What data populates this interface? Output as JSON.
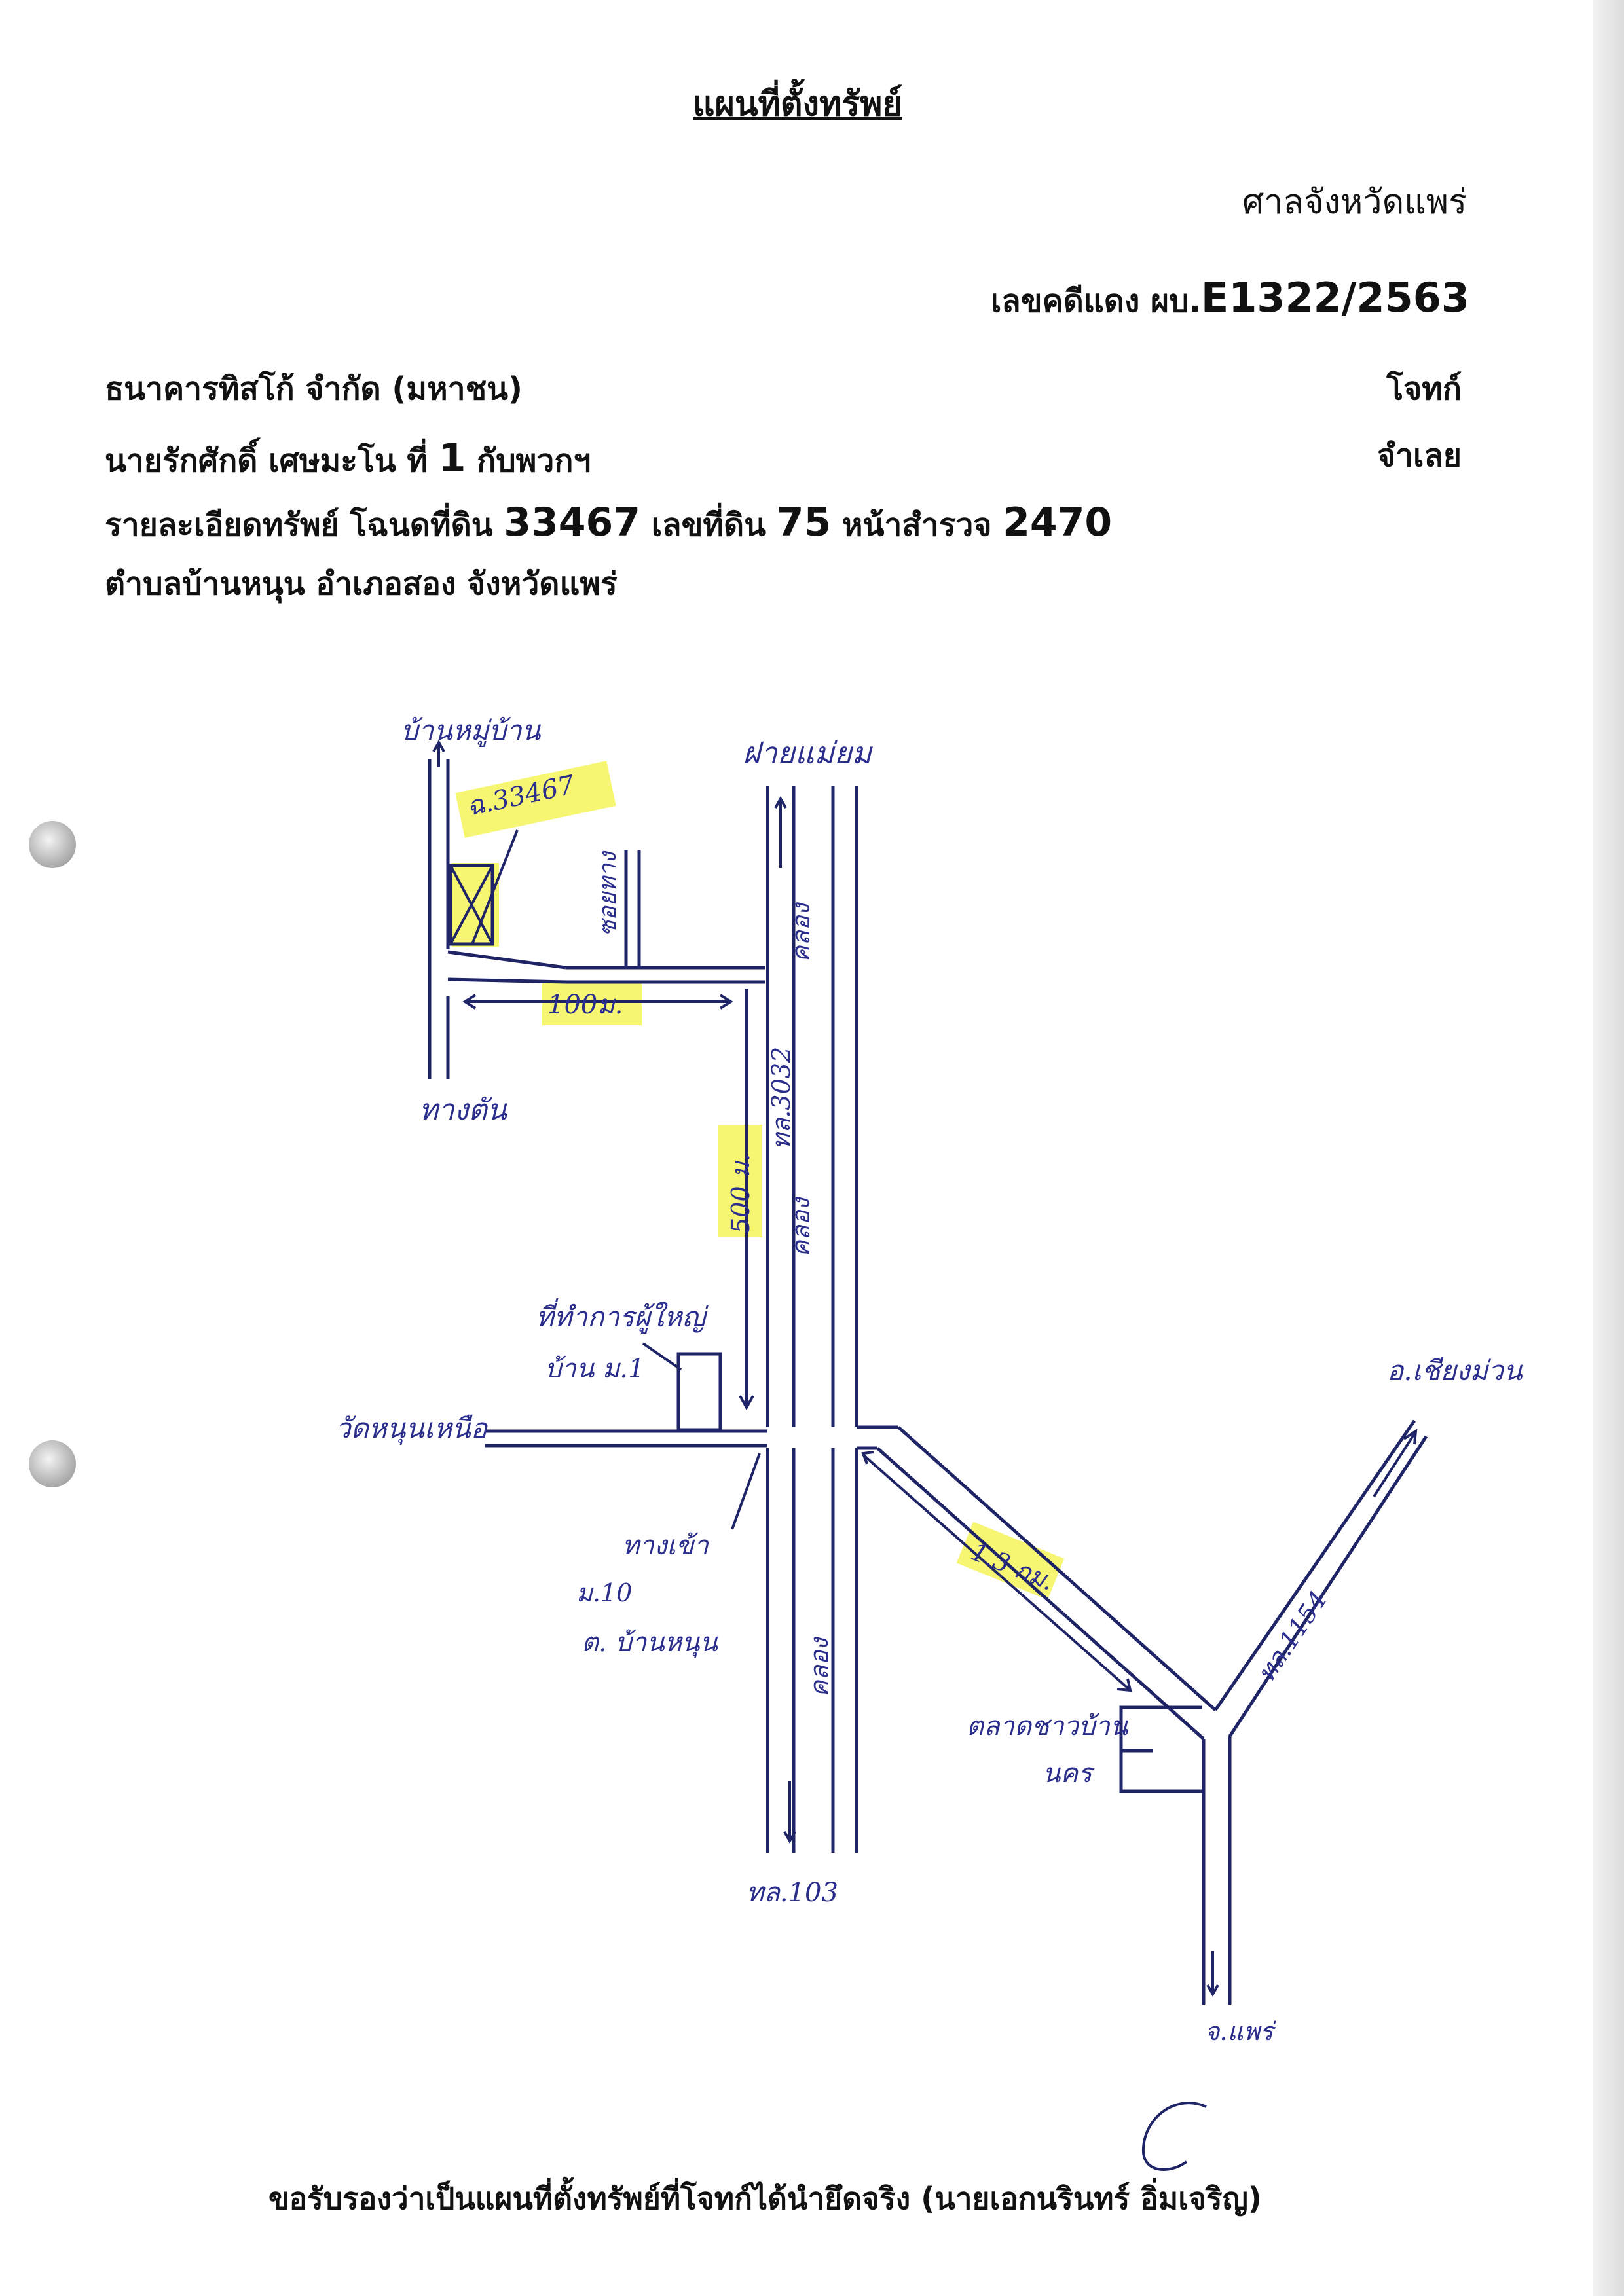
{
  "header": {
    "title": "แผนที่ตั้งทรัพย์",
    "court": "ศาลจังหวัดแพร่",
    "case_prefix": "เลขคดีแดง ผบ.",
    "case_number": "E1322/2563"
  },
  "parties": {
    "plaintiff_name": "ธนาคารทิสโก้  จำกัด   (มหาชน)",
    "plaintiff_role": "โจทก์",
    "defendant_name_pre": "นายรักศักดิ์  เศษมะโน  ที่ ",
    "defendant_no": "1",
    "defendant_name_post": " กับพวกฯ",
    "defendant_role": "จำเลย"
  },
  "property": {
    "label": "รายละเอียดทรัพย์ โฉนดที่ดิน ",
    "deed_no": "33467",
    "land_no_label": "  เลขที่ดิน ",
    "land_no": "75",
    "survey_label": " หน้าสำรวจ ",
    "survey_no": "2470",
    "location": "ตำบลบ้านหนุน  อำเภอสอง  จังหวัดแพร่"
  },
  "map_labels": {
    "village_top": "บ้านหมู่บ้าน",
    "deed_tag": "ฉ.33467",
    "alley": "ซอยทาง",
    "fai_mae_yom": "ฝายแม่ยม",
    "canal_upper": "คลอง",
    "dist_100m": "100ม.",
    "dead_end": "ทางตัน",
    "road_3032": "ทล.3032",
    "dist_500m": "500 ม.",
    "canal_mid": "คลอง",
    "headman_office_1": "ที่ทำการผู้ใหญ่",
    "headman_office_2": "บ้าน ม.1",
    "wat_north": "วัดหนุนเหนือ",
    "entrance": "ทางเข้า",
    "moo10": "ม.10",
    "tambon": "ต. บ้านหนุน",
    "canal_lower": "คลอง",
    "road_103": "ทล.103",
    "dist_13km": "1.3 กม.",
    "market_1": "ตลาดชาวบ้าน",
    "market_2": "นคร",
    "road_1154": "ทล.1154",
    "chiang_muan": "อ.เชียงม่วน",
    "phrae": "จ.แพร่"
  },
  "certification": "ขอรับรองว่าเป็นแผนที่ตั้งทรัพย์ที่โจทก์ได้นำยึดจริง   (นายเอกนรินทร์  อิ่มเจริญ)"
}
